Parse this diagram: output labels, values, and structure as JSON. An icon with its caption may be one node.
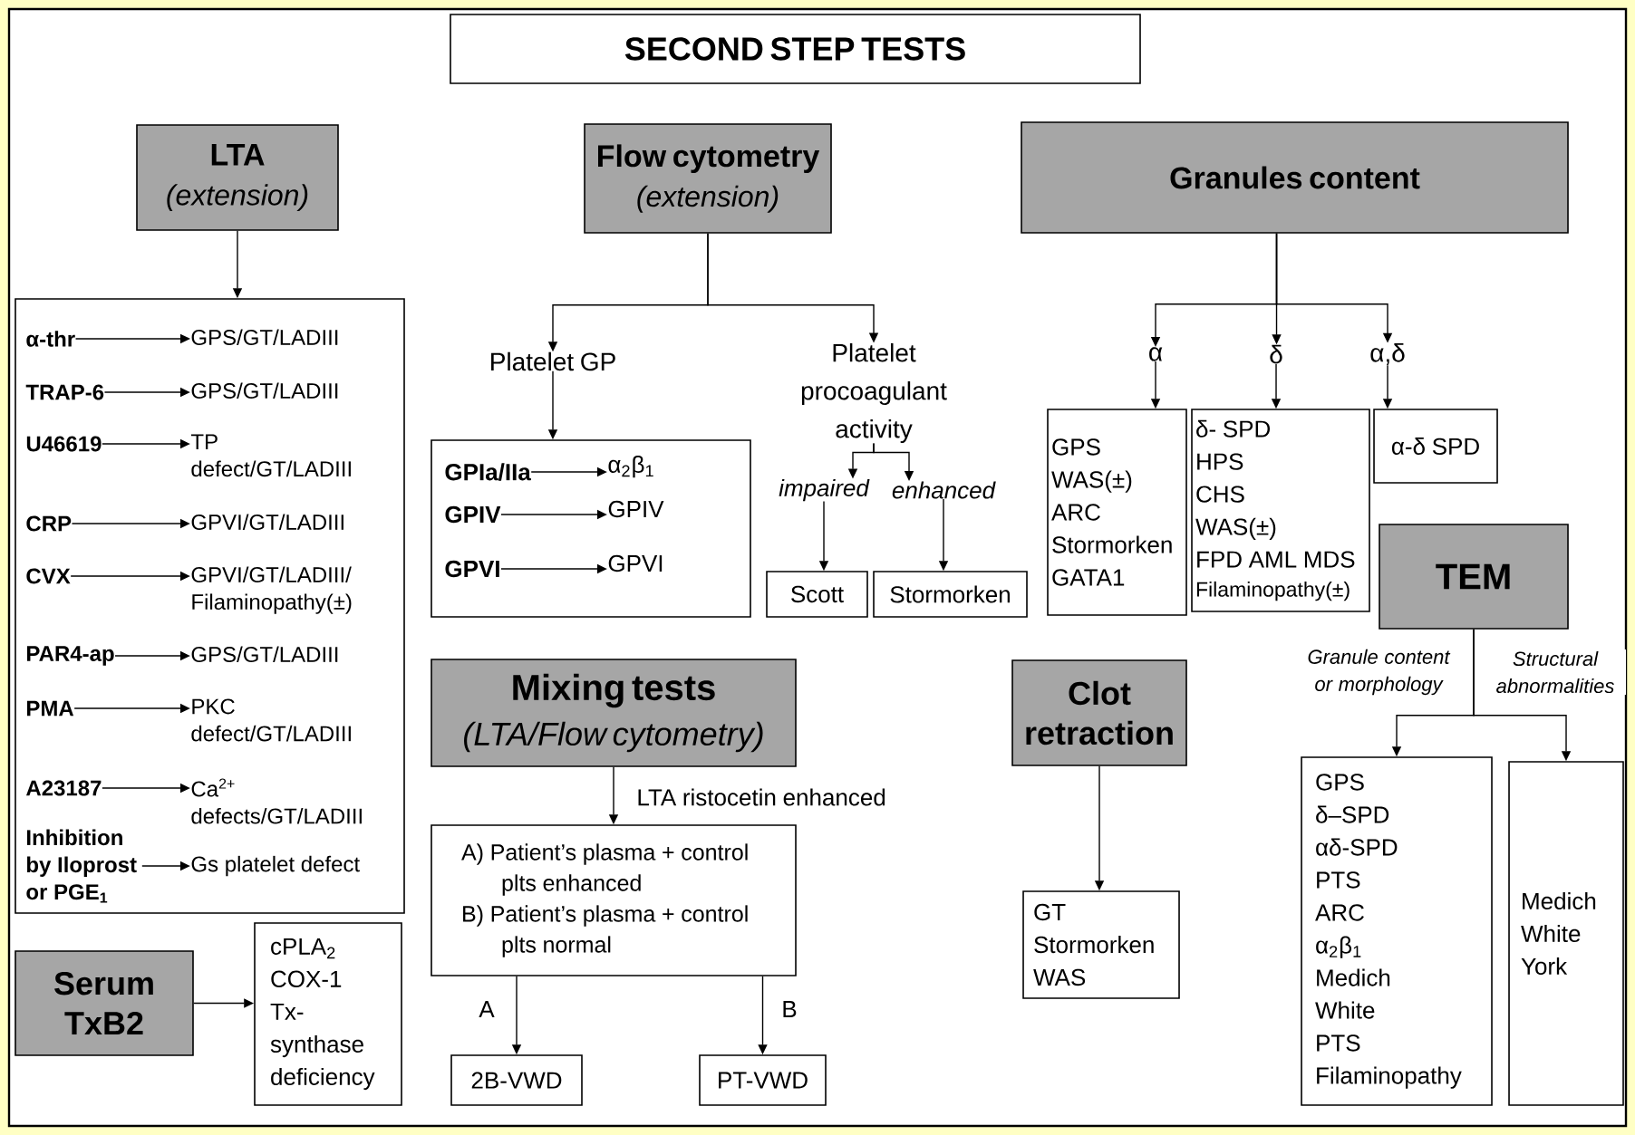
{
  "diagram": {
    "nodes": [
      {
        "text": [
          "SECOND STEP TESTS"
        ]
      },
      {
        "text": [
          "LTA",
          "(extension)"
        ]
      },
      {
        "text": [],
        "shape": "box"
      },
      {
        "text": [
          "α-thr"
        ],
        "in": 2
      },
      {
        "text": [
          "GPS/GT/LADIII"
        ],
        "in": 2
      },
      {
        "text": [
          "TRAP-6"
        ],
        "in": 2
      },
      {
        "text": [
          "GPS/GT/LADIII"
        ],
        "in": 2
      },
      {
        "text": [
          "U46619"
        ],
        "in": 2
      },
      {
        "text": [
          "TP defect/GT/LADIII"
        ],
        "in": 2
      },
      {
        "text": [
          "CRP"
        ],
        "in": 2
      },
      {
        "text": [
          "GPVI/GT/LADIII"
        ],
        "in": 2
      },
      {
        "text": [
          "CVX"
        ],
        "in": 2
      },
      {
        "text": [
          "GPVI/GT/LADIII/ Filaminopathy(±)"
        ],
        "in": 2
      },
      {
        "text": [
          "PAR4-ap"
        ],
        "in": 2
      },
      {
        "text": [
          "GPS/GT/LADIII"
        ],
        "in": 2
      },
      {
        "text": [
          "PMA"
        ],
        "in": 2
      },
      {
        "text": [
          "PKC defect/GT/LADIII"
        ],
        "in": 2
      },
      {
        "text": [
          "A23187"
        ],
        "in": 2
      },
      {
        "text": [
          "Ca$^{2+}$ defects/GT/LADIII"
        ],
        "in": 2
      },
      {
        "text": [
          "Inhibition by Iloprost or PGE$_{1}$"
        ],
        "in": 2
      },
      {
        "text": [
          "Gs platelet defect"
        ],
        "in": 2
      },
      {
        "text": [
          "Serum TxB2"
        ]
      },
      {
        "text": [
          "cPLA$_{2}$",
          "COX-1",
          "Tx-synthase deficiency"
        ]
      },
      {
        "text": [
          "Flow cytometry",
          "(extension)"
        ]
      },
      {
        "text": [
          "Platelet GP"
        ]
      },
      {
        "text": [
          "Platelet procoagulant activity"
        ]
      },
      {
        "text": [],
        "shape": "box"
      },
      {
        "text": [
          "GPIa/IIa"
        ],
        "in": 26
      },
      {
        "text": [
          "α$_{2}$β$_{1}$"
        ],
        "in": 26
      },
      {
        "text": [
          "GPIV"
        ],
        "in": 26
      },
      {
        "text": [
          "GPIV"
        ],
        "in": 26
      },
      {
        "text": [
          "GPVI"
        ],
        "in": 26
      },
      {
        "text": [
          "GPVI"
        ],
        "in": 26
      },
      {
        "text": [
          "impaired"
        ]
      },
      {
        "text": [
          "enhanced"
        ]
      },
      {
        "text": [
          "Scott"
        ]
      },
      {
        "text": [
          "Stormorken"
        ]
      },
      {
        "text": [
          "Granules content"
        ]
      },
      {
        "text": [
          "α"
        ]
      },
      {
        "text": [
          "δ"
        ]
      },
      {
        "text": [
          "α,δ"
        ]
      },
      {
        "text": [
          "GPS",
          "WAS(±)",
          "ARC",
          "Stormorken",
          "GATA1"
        ]
      },
      {
        "text": [
          "δ- SPD",
          "HPS",
          "CHS",
          "WAS(±)",
          "FPD AML MDS",
          "Filaminopathy(±)"
        ]
      },
      {
        "text": [
          "α-δ SPD"
        ]
      },
      {
        "text": [
          "TEM"
        ]
      },
      {
        "text": [
          "GPS",
          "δ–SPD",
          "αδ-SPD",
          "PTS",
          "ARC",
          "α$_{2}$β$_{1}$",
          "Medich",
          "White",
          "PTS",
          "Filaminopathy"
        ]
      },
      {
        "text": [
          "Medich",
          "White",
          "York"
        ]
      },
      {
        "text": [
          "Mixing tests",
          "(LTA/Flow cytometry)"
        ]
      },
      {
        "text": [
          "A) Patient’s plasma + control plts enhanced",
          "B) Patient’s plasma + control plts normal"
        ]
      },
      {
        "text": [
          "2B-VWD"
        ]
      },
      {
        "text": [
          "PT-VWD"
        ]
      },
      {
        "text": [
          "Clot retraction"
        ]
      },
      {
        "text": [
          "GT",
          "Stormorken",
          "WAS"
        ]
      }
    ],
    "edges": [
      {
        "from": 1,
        "to": 2,
        "arrow": "to"
      },
      {
        "from": 3,
        "to": 4,
        "arrow": "to"
      },
      {
        "from": 5,
        "to": 6,
        "arrow": "to"
      },
      {
        "from": 7,
        "to": 8,
        "arrow": "to"
      },
      {
        "from": 9,
        "to": 10,
        "arrow": "to"
      },
      {
        "from": 11,
        "to": 12,
        "arrow": "to"
      },
      {
        "from": 13,
        "to": 14,
        "arrow": "to"
      },
      {
        "from": 15,
        "to": 16,
        "arrow": "to"
      },
      {
        "from": 17,
        "to": 18,
        "arrow": "to"
      },
      {
        "from": 19,
        "to": 20,
        "arrow": "to"
      },
      {
        "from": 21,
        "to": 22,
        "arrow": "to"
      },
      {
        "from": 23,
        "to": 24,
        "arrow": "to"
      },
      {
        "from": 23,
        "to": 25,
        "arrow": "to"
      },
      {
        "from": 24,
        "to": 26,
        "arrow": "to"
      },
      {
        "from": 27,
        "to": 28,
        "arrow": "to"
      },
      {
        "from": 29,
        "to": 30,
        "arrow": "to"
      },
      {
        "from": 31,
        "to": 32,
        "arrow": "to"
      },
      {
        "from": 25,
        "to": 33,
        "arrow": "to"
      },
      {
        "from": 25,
        "to": 34,
        "arrow": "to"
      },
      {
        "from": 33,
        "to": 35,
        "arrow": "to"
      },
      {
        "from": 34,
        "to": 36,
        "arrow": "to"
      },
      {
        "from": 37,
        "to": 38,
        "arrow": "to"
      },
      {
        "from": 37,
        "to": 39,
        "arrow": "to"
      },
      {
        "from": 37,
        "to": 40,
        "arrow": "to"
      },
      {
        "from": 38,
        "to": 41,
        "arrow": "to"
      },
      {
        "from": 39,
        "to": 42,
        "arrow": "to"
      },
      {
        "from": 40,
        "to": 43,
        "arrow": "to"
      },
      {
        "from": 44,
        "to": 45,
        "arrow": "to",
        "label": "Granule content or morphology"
      },
      {
        "from": 44,
        "to": 46,
        "arrow": "to",
        "label": "Structural abnormalities"
      },
      {
        "from": 47,
        "to": 48,
        "arrow": "to",
        "label": "LTA ristocetin enhanced"
      },
      {
        "from": 48,
        "to": 49,
        "arrow": "to",
        "label": "A"
      },
      {
        "from": 48,
        "to": 50,
        "arrow": "to",
        "label": "B"
      },
      {
        "from": 51,
        "to": 52,
        "arrow": "to"
      }
    ]
  }
}
